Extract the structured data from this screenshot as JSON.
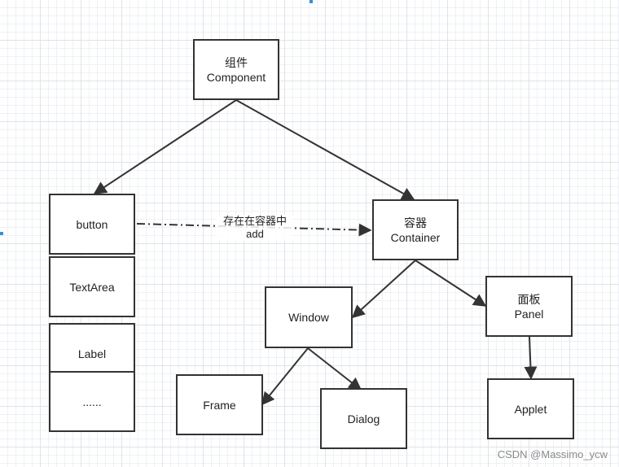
{
  "diagram": {
    "nodes": [
      {
        "id": "component",
        "lines": [
          "组件",
          "Component"
        ]
      },
      {
        "id": "button",
        "lines": [
          "button"
        ]
      },
      {
        "id": "container",
        "lines": [
          "容器",
          "Container"
        ]
      },
      {
        "id": "textarea",
        "lines": [
          "TextArea"
        ]
      },
      {
        "id": "label",
        "lines": [
          "Label"
        ]
      },
      {
        "id": "ellipsis",
        "lines": [
          "......"
        ]
      },
      {
        "id": "window",
        "lines": [
          "Window"
        ]
      },
      {
        "id": "panel",
        "lines": [
          "面板",
          "Panel"
        ]
      },
      {
        "id": "frame",
        "lines": [
          "Frame"
        ]
      },
      {
        "id": "dialog",
        "lines": [
          "Dialog"
        ]
      },
      {
        "id": "applet",
        "lines": [
          "Applet"
        ]
      }
    ],
    "edges": [
      {
        "from": "component",
        "to": "button",
        "style": "solid"
      },
      {
        "from": "component",
        "to": "container",
        "style": "solid"
      },
      {
        "from": "button",
        "to": "container",
        "style": "dash-dot",
        "label": [
          "存在在容器中",
          "add"
        ]
      },
      {
        "from": "container",
        "to": "window",
        "style": "solid"
      },
      {
        "from": "container",
        "to": "panel",
        "style": "solid"
      },
      {
        "from": "window",
        "to": "frame",
        "style": "solid"
      },
      {
        "from": "window",
        "to": "dialog",
        "style": "solid"
      },
      {
        "from": "panel",
        "to": "applet",
        "style": "solid"
      }
    ]
  },
  "watermark": "CSDN @Massimo_ycw",
  "colors": {
    "stroke": "#333333",
    "node_fill": "#ffffff",
    "grid": "#dfe3e8",
    "selection": "#3a8fd8"
  }
}
